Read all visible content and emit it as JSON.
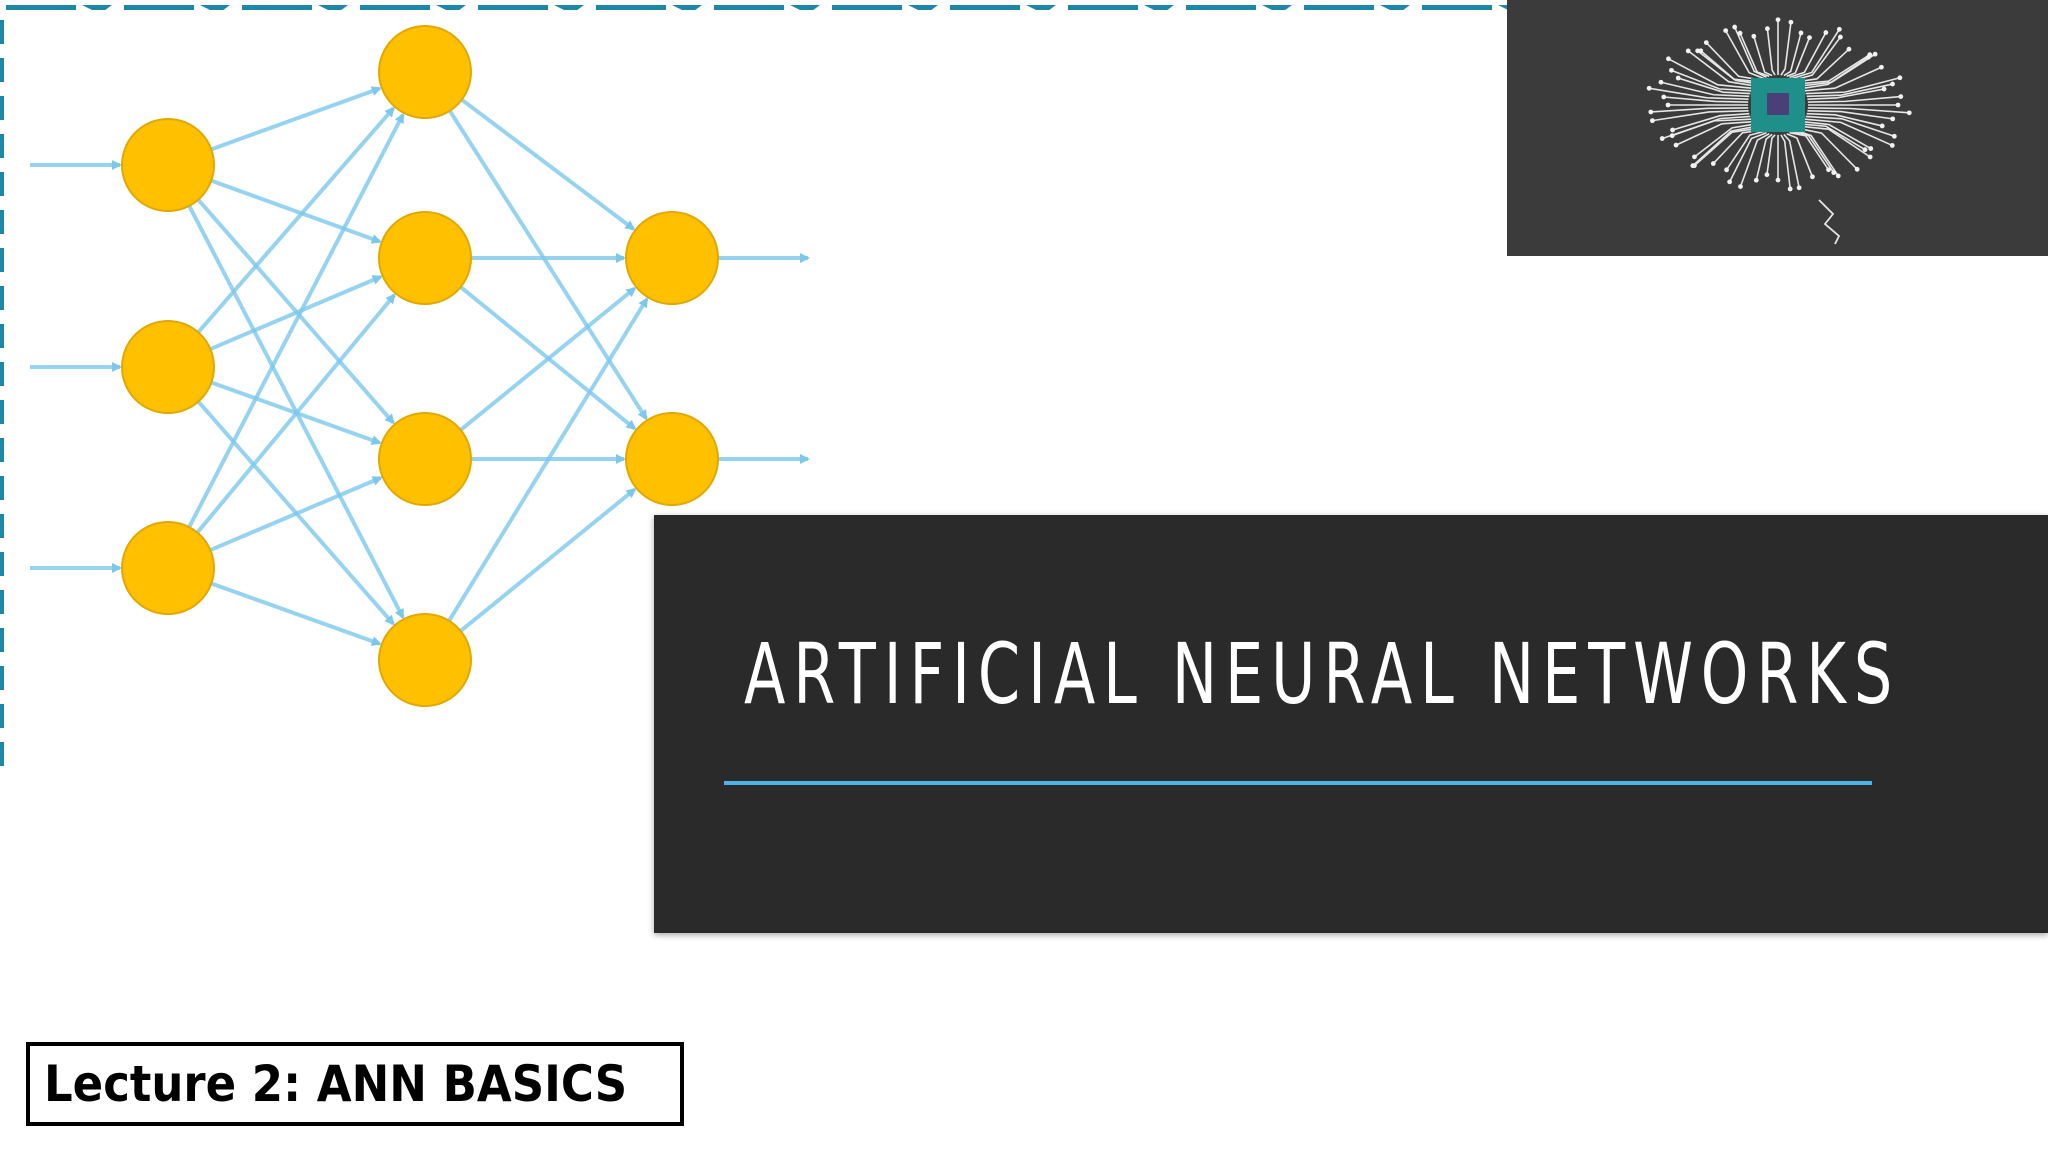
{
  "slide": {
    "title": "ARTIFICIAL NEURAL NETWORKS",
    "lecture_label": "Lecture 2: ANN BASICS"
  },
  "diagram": {
    "type": "feedforward-neural-network",
    "layers": [
      3,
      4,
      2
    ],
    "node_color": "#FFC000",
    "edge_color": "#7CC8EC"
  },
  "colors": {
    "title_box": "#2A2A2A",
    "title_text": "#FFFFFF",
    "accent_rule": "#4DB3E6",
    "brain_box": "#3B3B3B",
    "brain_circuit": "#E6E6E6",
    "chip": "#1F8F8A",
    "border_pattern": "#1D87A8"
  },
  "icons": [
    "brain-circuit-icon"
  ]
}
